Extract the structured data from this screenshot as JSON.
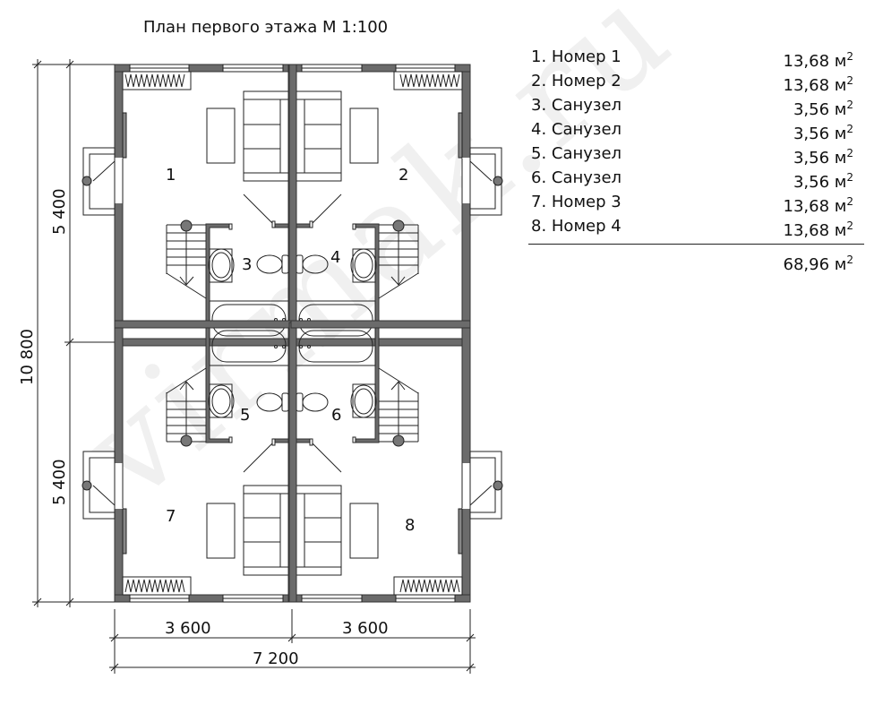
{
  "title": "План первого этажа М 1:100",
  "watermark": "virmak.ru",
  "unit": "м",
  "unit_power": "2",
  "rooms": [
    {
      "label": "1. Номер 1",
      "area": "13,68"
    },
    {
      "label": "2. Номер 2",
      "area": "13,68"
    },
    {
      "label": "3. Санузел",
      "area": "3,56"
    },
    {
      "label": "4. Санузел",
      "area": "3,56"
    },
    {
      "label": "5. Санузел",
      "area": "3,56"
    },
    {
      "label": "6. Санузел",
      "area": "3,56"
    },
    {
      "label": "7. Номер 3",
      "area": "13,68"
    },
    {
      "label": "8. Номер 4",
      "area": "13,68"
    }
  ],
  "total_area": "68,96",
  "room_numbers": [
    "1",
    "2",
    "3",
    "4",
    "5",
    "6",
    "7",
    "8"
  ],
  "dimensions": {
    "total_height": "10 800",
    "upper_height": "5 400",
    "lower_height": "5 400",
    "left_width": "3 600",
    "right_width": "3 600",
    "total_width": "7 200"
  }
}
